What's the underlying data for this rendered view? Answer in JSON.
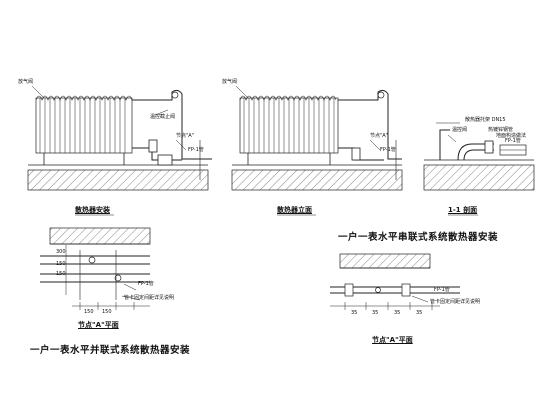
{
  "drawing": {
    "captions": {
      "radiator_install": "散热器安装",
      "radiator_elevation": "散热器立面",
      "section_11": "1-1 剖面",
      "node_a_plan_left": "节点\"A\"平面",
      "node_a_plan_right": "节点\"A\"平面"
    },
    "titles": {
      "series": "一户一表水平串联式系统散热器安装",
      "parallel": "一户一表水平并联式系统散热器安装"
    },
    "labels": {
      "air_vent_1": "放气阀",
      "air_vent_2": "放气阀",
      "valve_1": "温控截止阀",
      "node_a_1": "节点\"A\"",
      "node_a_2": "节点\"A\"",
      "fp_1": "FP-1管",
      "fp_2": "FP-1管",
      "fp_3": "FP-1管",
      "fp_4": "FP-1管",
      "fp_5": "FP-1管",
      "bracket": "散热器托架 DN15",
      "section_note_a": "温控阀",
      "section_note_b": "热镀锌钢管",
      "section_note_c": "地面构造做法",
      "plan_note_left": "管卡固定间距详见说明",
      "plan_note_right": "管卡固定间距详见说明"
    },
    "dims": {
      "left_a": "300",
      "left_b": "150",
      "left_c": "150",
      "left_d": "150",
      "left_e": "150",
      "right_a": "35",
      "right_b": "35",
      "right_c": "35",
      "right_d": "35"
    }
  }
}
